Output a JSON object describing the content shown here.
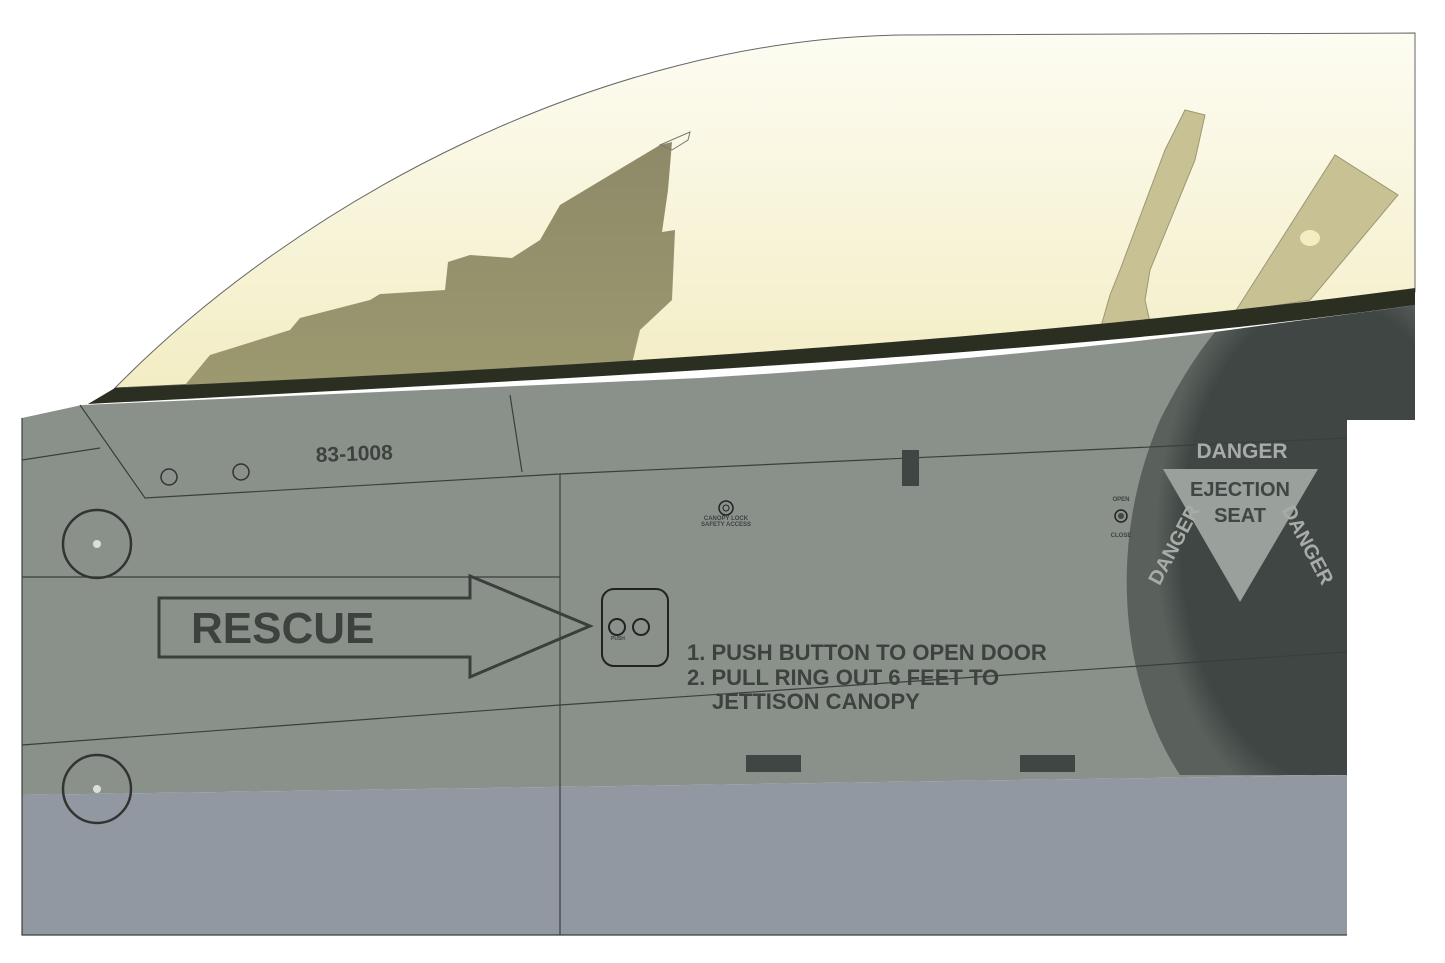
{
  "serial": "83-1008",
  "rescue_label": "RESCUE",
  "push_label": "PUSH",
  "canopy_lock": {
    "line1": "CANOPY LOCK",
    "line2": "SAFETY ACCESS"
  },
  "switch": {
    "open": "OPEN",
    "close": "CLOSE"
  },
  "instructions": {
    "line1": "1. PUSH BUTTON TO OPEN DOOR",
    "line2": "2. PULL RING OUT 6 FEET TO",
    "line3": "JETTISON CANOPY"
  },
  "danger": {
    "top": "DANGER",
    "left": "DANGER",
    "right": "DANGER",
    "center1": "EJECTION",
    "center2": "SEAT"
  },
  "colors": {
    "canopy": "#f7f3d2",
    "fuselage": "#8a918b",
    "lower": "#9198a1",
    "dark_panel": "#3f4643",
    "sill": "#2b2f22"
  }
}
